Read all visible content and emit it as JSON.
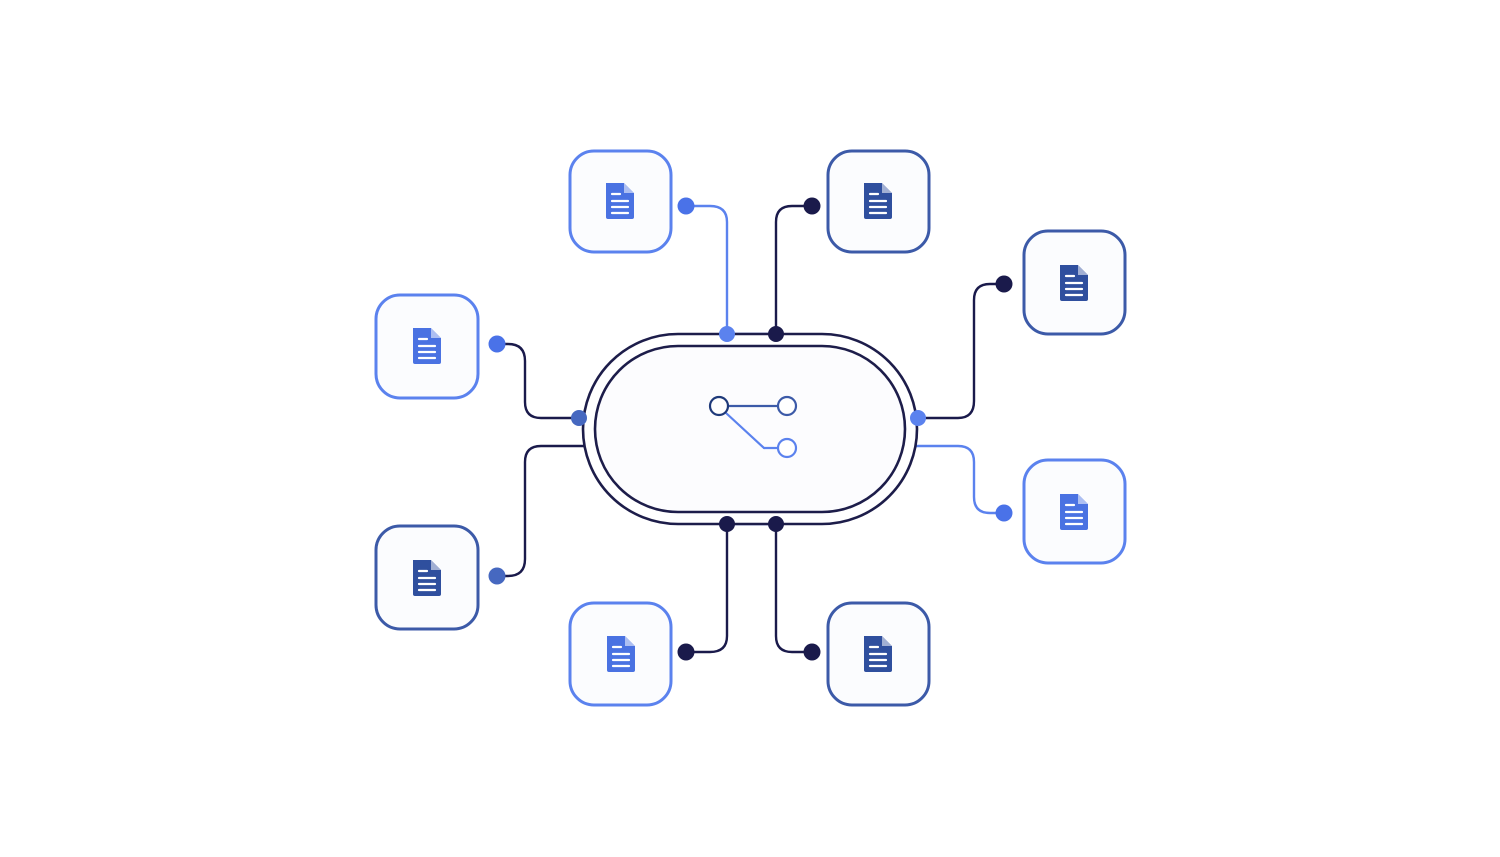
{
  "diagram": {
    "hub": {
      "name": "hub",
      "icon": "share-branch-icon"
    },
    "nodes": [
      {
        "id": "top-left",
        "icon": "document-icon",
        "tone": "light"
      },
      {
        "id": "top-right",
        "icon": "document-icon",
        "tone": "dark"
      },
      {
        "id": "upper-right",
        "icon": "document-icon",
        "tone": "dark"
      },
      {
        "id": "lower-right",
        "icon": "document-icon",
        "tone": "light"
      },
      {
        "id": "bottom-right",
        "icon": "document-icon",
        "tone": "dark"
      },
      {
        "id": "bottom-left",
        "icon": "document-icon",
        "tone": "light"
      },
      {
        "id": "lower-left",
        "icon": "document-icon",
        "tone": "dark"
      },
      {
        "id": "upper-left",
        "icon": "document-icon",
        "tone": "light"
      }
    ]
  },
  "colors": {
    "background": "#ffffff",
    "hub_stroke": "#1d1d4a",
    "light_blue": "#5b82ee",
    "dark_blue": "#3c5aa8",
    "navy": "#1a1a4b",
    "mid_blue": "#4668c0",
    "doc_light": "#4a72e2",
    "doc_dark": "#2f4f9e"
  }
}
